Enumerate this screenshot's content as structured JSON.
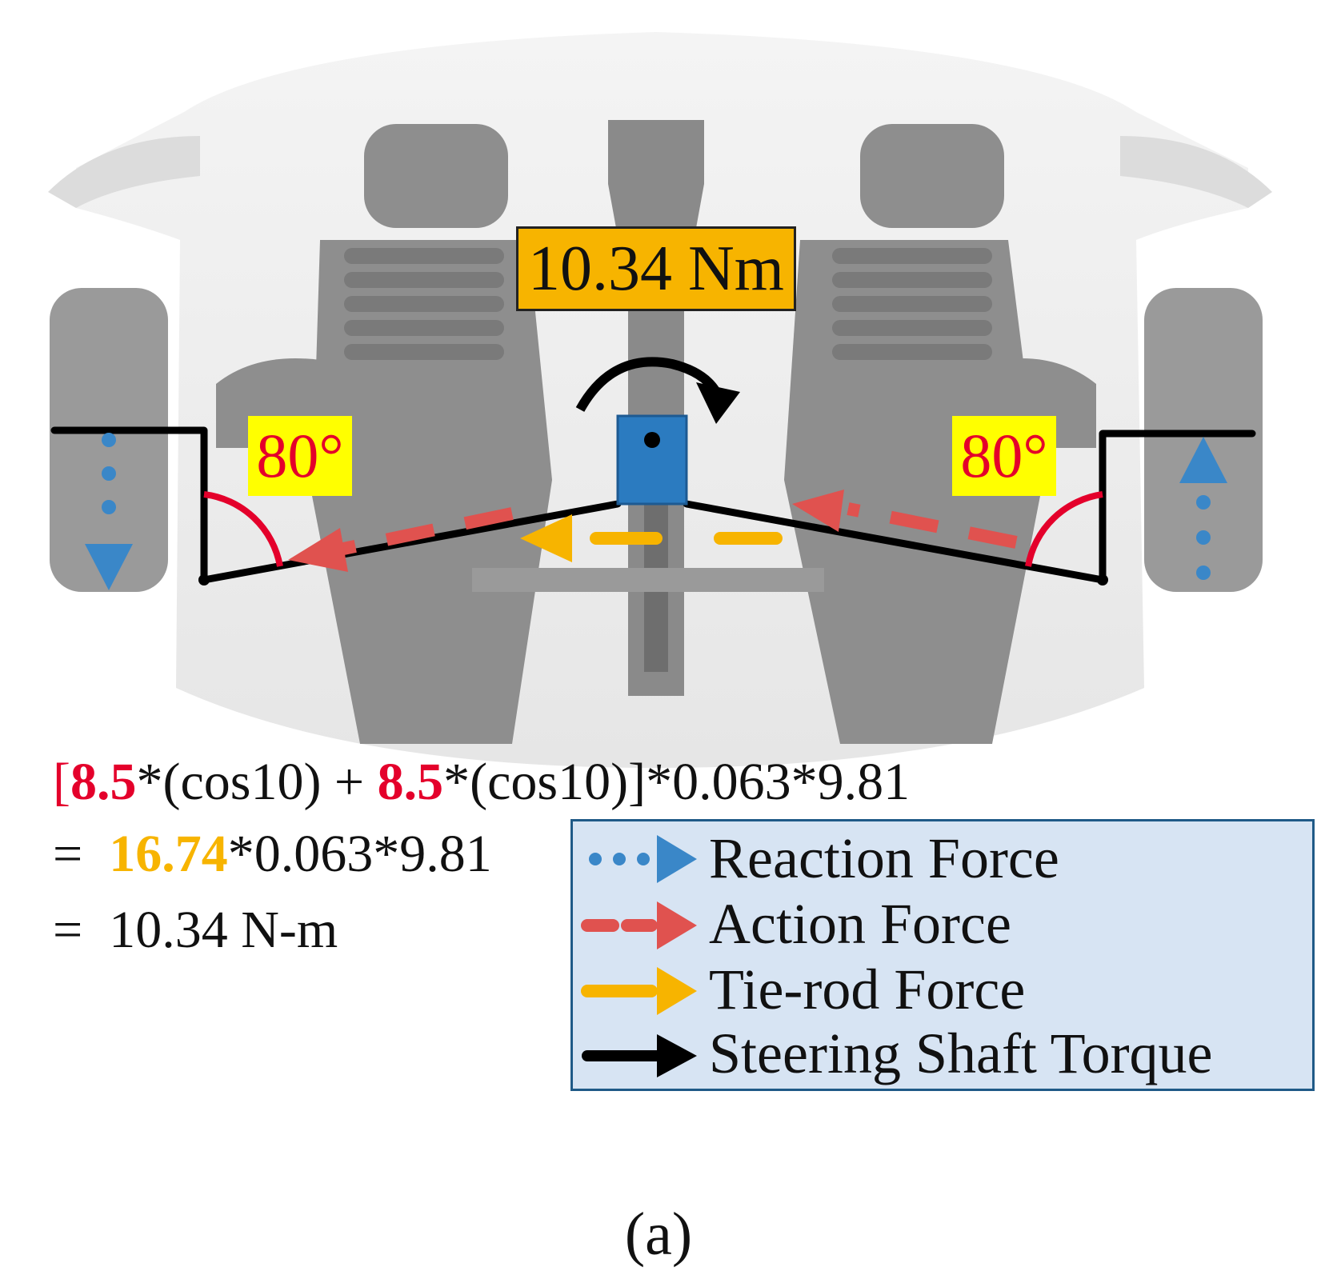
{
  "torque_label": "10.34 Nm",
  "left_angle": "80°",
  "right_angle": "80°",
  "equation": {
    "line1": {
      "open": "[",
      "coef_a": "8.5",
      "part_a": "*(cos10) + ",
      "coef_b": "8.5",
      "part_b": "*(cos10)]*0.063*9.81"
    },
    "line2": {
      "prefix": "=  ",
      "sum": "16.74",
      "rest": "*0.063*9.81"
    },
    "line3": {
      "text": "=  10.34 N-m"
    }
  },
  "legend": {
    "items": [
      {
        "label": "Reaction Force",
        "color": "#3a87c8"
      },
      {
        "label": "Action Force",
        "color": "#e0524f"
      },
      {
        "label": "Tie-rod Force",
        "color": "#f7b400"
      },
      {
        "label": "Steering Shaft Torque",
        "color": "#000000"
      }
    ]
  },
  "caption": "(a)",
  "colors": {
    "torque_box": "#f7b400",
    "angle_box": "#ffff00",
    "angle_text": "#e4002b",
    "coef_red": "#e4002b",
    "sum_orange": "#f7b400",
    "pivot": "#2b7bc0",
    "legend_bg": "#d7e4f3",
    "legend_border": "#1f5a87"
  }
}
